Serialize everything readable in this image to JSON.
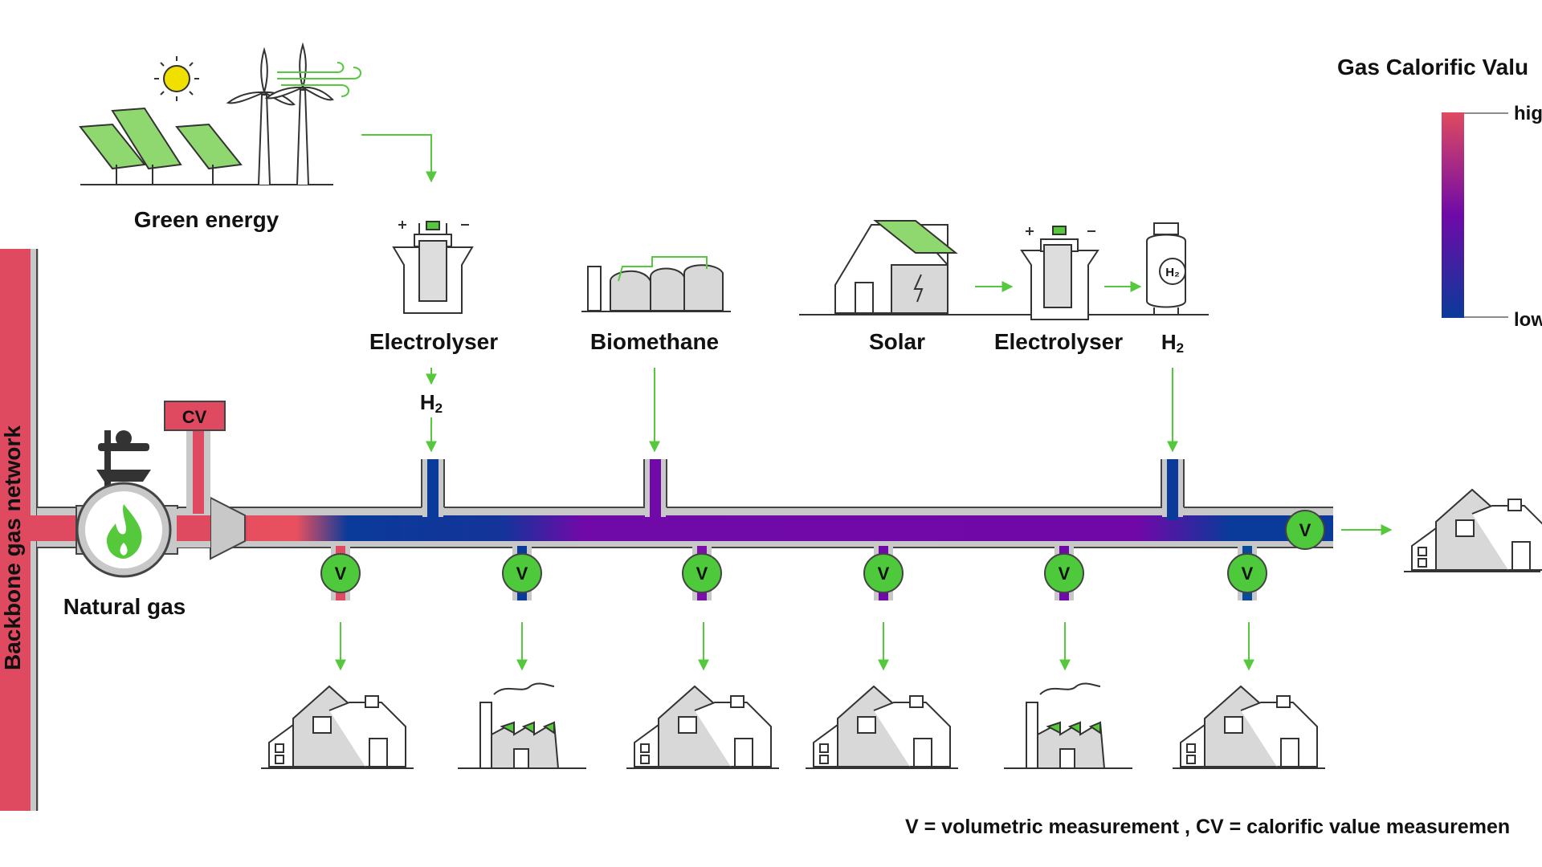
{
  "labels": {
    "green_energy": "Green energy",
    "electrolyser_1": "Electrolyser",
    "h2_1_main": "H",
    "h2_1_sub": "2",
    "biomethane": "Biomethane",
    "solar": "Solar",
    "electrolyser_2": "Electrolyser",
    "h2_2_main": "H",
    "h2_2_sub": "2",
    "natural_gas": "Natural gas",
    "cv": "CV",
    "backbone": "Backbone gas network",
    "tank_h2": "H₂"
  },
  "legend": {
    "title": "Gas Calorific Valu",
    "high": "hig",
    "low": "low",
    "gradient": [
      "#e04a60",
      "#6f0aa8",
      "#0a3a9a"
    ]
  },
  "meter_label": "V",
  "footnote": "V = volumetric measurement , CV = calorific value measuremen",
  "colors": {
    "red": "#e04a60",
    "blue": "#0a3a9a",
    "purple": "#6f0aa8",
    "green": "#55c83c",
    "meter_green": "#4dc93b",
    "grey": "#c8c8c8"
  }
}
